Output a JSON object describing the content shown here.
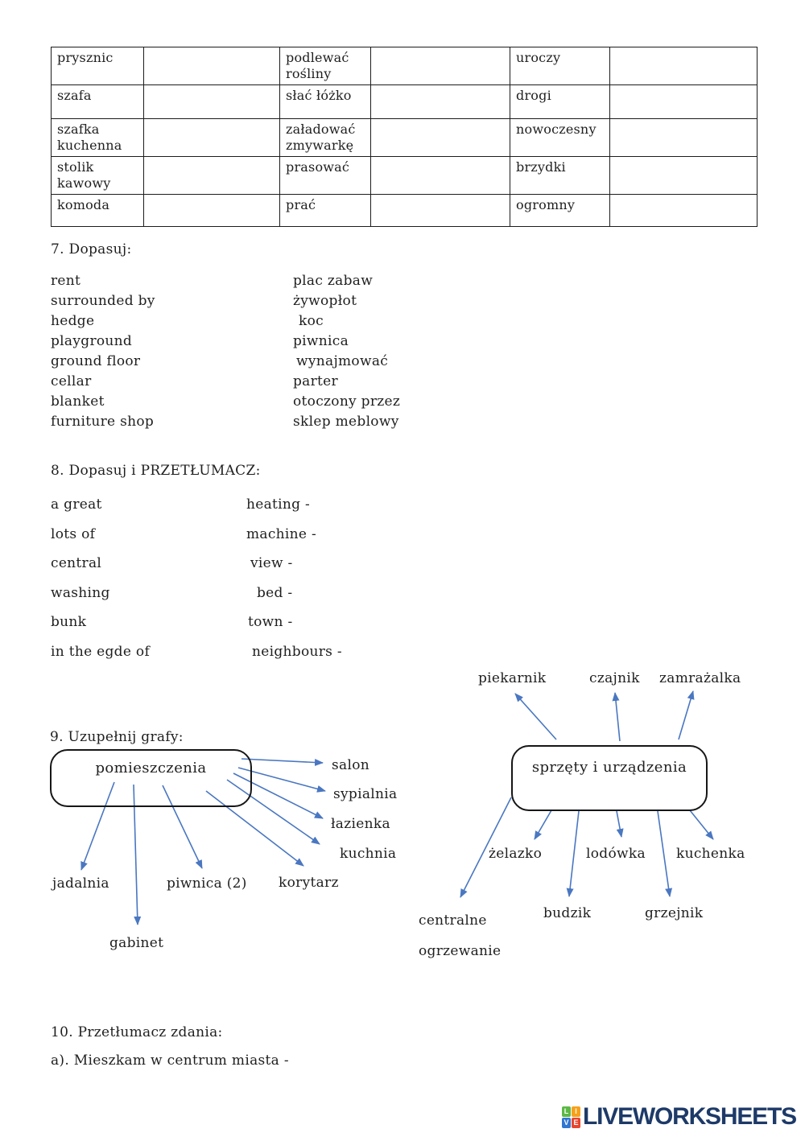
{
  "table": {
    "rows": [
      {
        "c1": "prysznic",
        "c3": "podlewać rośliny",
        "c5": "uroczy"
      },
      {
        "c1": "szafa",
        "c3": "słać łóżko",
        "c5": "drogi"
      },
      {
        "c1": "szafka kuchenna",
        "c3": "załadować zmywarkę",
        "c5": "nowoczesny"
      },
      {
        "c1": "stolik kawowy",
        "c3": "prasować",
        "c5": "brzydki"
      },
      {
        "c1": "komoda",
        "c3": "prać",
        "c5": "ogromny"
      }
    ]
  },
  "ex7": {
    "heading": "7. Dopasuj:",
    "left": [
      "rent",
      "surrounded by",
      "hedge",
      "playground",
      "ground floor",
      "cellar",
      "blanket",
      "furniture shop"
    ],
    "right": [
      "plac zabaw",
      "żywopłot",
      "koc",
      "piwnica",
      "wynajmować",
      "parter",
      "otoczony przez",
      "sklep meblowy"
    ]
  },
  "ex8": {
    "heading": "8. Dopasuj i PRZETŁUMACZ:",
    "left": [
      "a great",
      "lots of",
      "central",
      "washing",
      "bunk",
      "in the egde of"
    ],
    "right": [
      "heating -",
      "machine -",
      "view -",
      "bed -",
      "town -",
      "neighbours -"
    ]
  },
  "ex9": {
    "heading": "9. Uzupełnij grafy:",
    "graph1": {
      "center": "pomieszczenia",
      "nodes": [
        "salon",
        "sypialnia",
        "łazienka",
        "kuchnia",
        "jadalnia",
        "piwnica (2)",
        "korytarz",
        "gabinet"
      ]
    },
    "graph2": {
      "center": "sprzęty i urządzenia",
      "nodes": [
        "piekarnik",
        "czajnik",
        "zamrażalka",
        "żelazko",
        "lodówka",
        "kuchenka",
        "centralne ogrzewanie",
        "budzik",
        "grzejnik"
      ]
    }
  },
  "ex10": {
    "heading": "10. Przetłumacz zdania:",
    "item_a": "a). Mieszkam w centrum miasta -"
  },
  "footer": {
    "brand": "LIVEWORKSHEETS",
    "icon_letters": {
      "tl": "L",
      "tr": "I",
      "bl": "V",
      "br": "E"
    },
    "brand_color": "#1d3a68"
  },
  "colors": {
    "arrow": "#4a77c1",
    "text": "#1f1f1f"
  }
}
